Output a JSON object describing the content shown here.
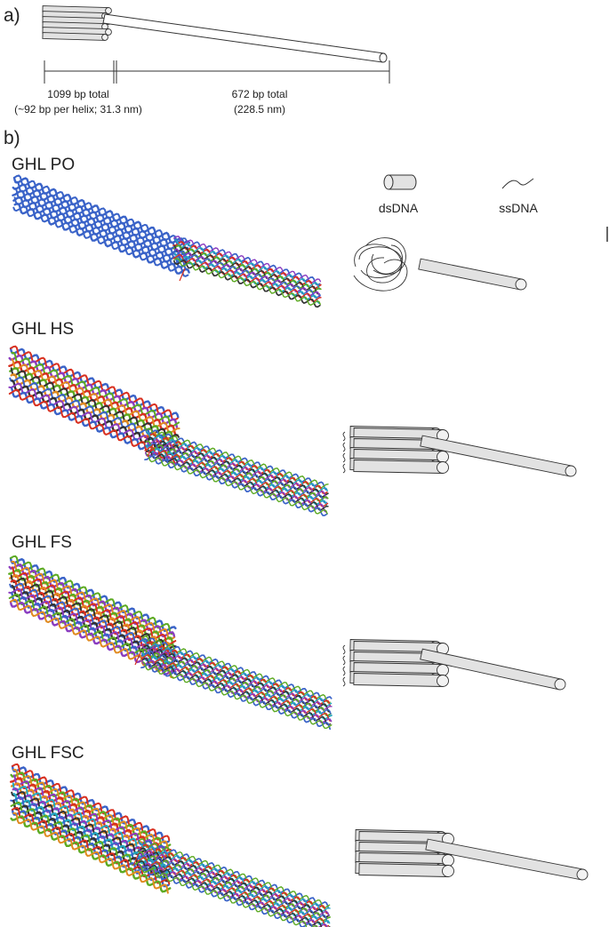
{
  "panel_a": {
    "label": "a)",
    "segment_left": {
      "line1": "1099 bp total",
      "line2": "(~92 bp per helix; 31.3 nm)"
    },
    "segment_right": {
      "line1": "672 bp total",
      "line2": "(228.5 nm)"
    }
  },
  "panel_b": {
    "label": "b)",
    "legend": {
      "dsdna": "dsDNA",
      "ssdna": "ssDNA"
    },
    "variants": [
      {
        "name": "GHL PO"
      },
      {
        "name": "GHL HS"
      },
      {
        "name": "GHL FS"
      },
      {
        "name": "GHL FSC"
      }
    ]
  },
  "colors": {
    "line": "#333333",
    "cylinder_fill": "#e2e2e2",
    "helix_blue": "#3a63c8",
    "helix_red": "#d83020",
    "helix_green": "#5caa22",
    "helix_purple": "#8a3cc0",
    "helix_orange": "#e08a20",
    "helix_cyan": "#22a8c0",
    "helix_dark": "#333333"
  }
}
